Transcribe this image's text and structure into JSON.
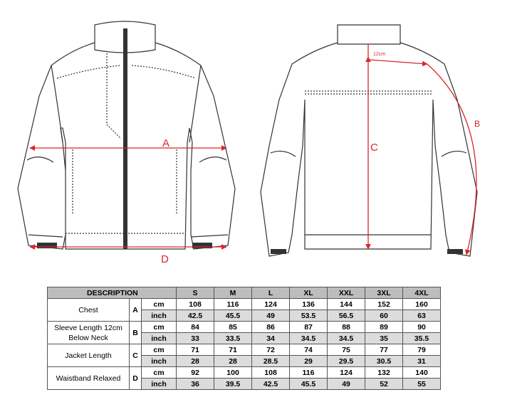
{
  "measure_labels": {
    "a": "A",
    "b": "B",
    "c": "C",
    "d": "D",
    "offset": "12cm"
  },
  "table": {
    "header": {
      "description": "DESCRIPTION",
      "sizes": [
        "S",
        "M",
        "L",
        "XL",
        "XXL",
        "3XL",
        "4XL"
      ]
    },
    "rows": [
      {
        "name": "Chest",
        "letter": "A",
        "cm": {
          "unit": "cm",
          "values": [
            "108",
            "116",
            "124",
            "136",
            "144",
            "152",
            "160"
          ]
        },
        "inch": {
          "unit": "inch",
          "values": [
            "42.5",
            "45.5",
            "49",
            "53.5",
            "56.5",
            "60",
            "63"
          ]
        }
      },
      {
        "name": "Sleeve Length 12cm Below Neck",
        "letter": "B",
        "cm": {
          "unit": "cm",
          "values": [
            "84",
            "85",
            "86",
            "87",
            "88",
            "89",
            "90"
          ]
        },
        "inch": {
          "unit": "inch",
          "values": [
            "33",
            "33.5",
            "34",
            "34.5",
            "34.5",
            "35",
            "35.5"
          ]
        }
      },
      {
        "name": "Jacket Length",
        "letter": "C",
        "cm": {
          "unit": "cm",
          "values": [
            "71",
            "71",
            "72",
            "74",
            "75",
            "77",
            "79"
          ]
        },
        "inch": {
          "unit": "inch",
          "values": [
            "28",
            "28",
            "28.5",
            "29",
            "29.5",
            "30.5",
            "31"
          ]
        }
      },
      {
        "name": "Waistband Relaxed",
        "letter": "D",
        "cm": {
          "unit": "cm",
          "values": [
            "92",
            "100",
            "108",
            "116",
            "124",
            "132",
            "140"
          ]
        },
        "inch": {
          "unit": "inch",
          "values": [
            "36",
            "39.5",
            "42.5",
            "45.5",
            "49",
            "52",
            "55"
          ]
        }
      }
    ]
  },
  "colors": {
    "measure": "#d9262c",
    "header_bg": "#bdbdbd",
    "inch_row_bg": "#dcdcdc"
  }
}
